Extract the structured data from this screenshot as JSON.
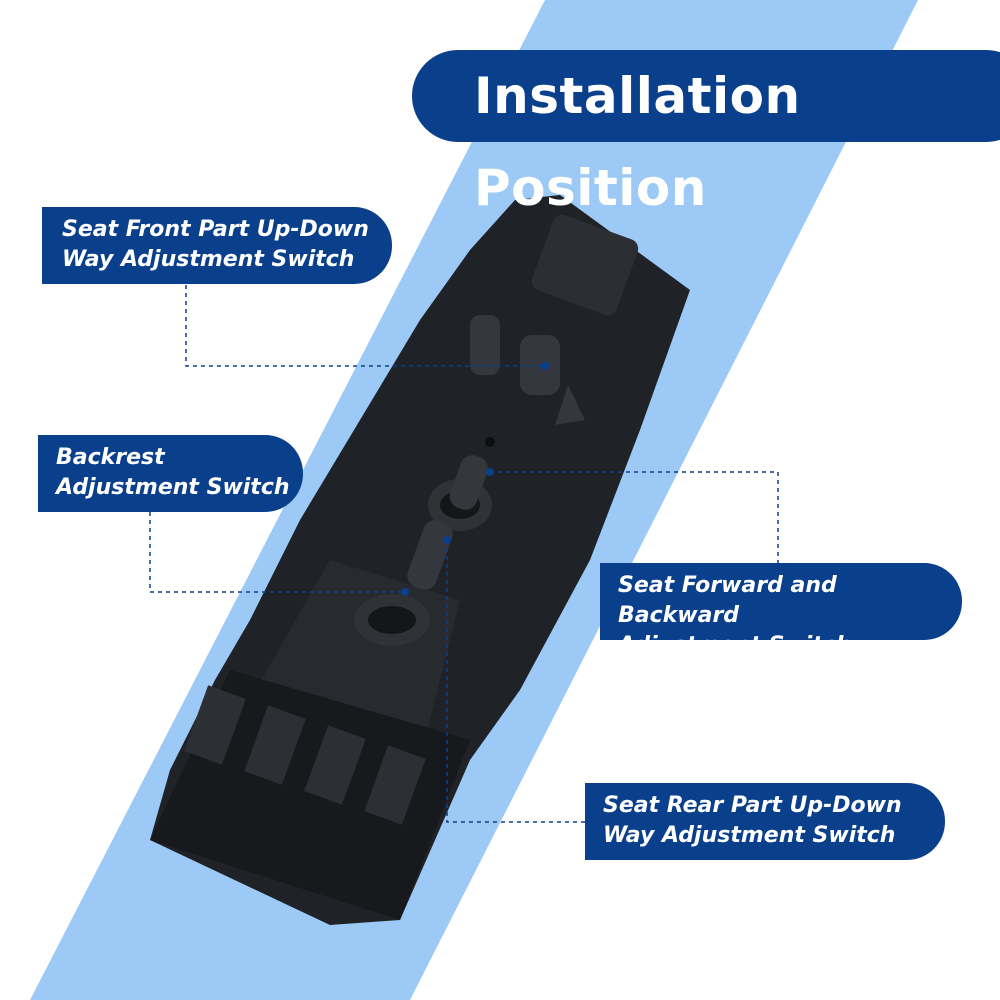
{
  "title": "Installation Position",
  "labels": {
    "seat_front": {
      "line1": "Seat Front Part Up-Down",
      "line2": "Way Adjustment Switch"
    },
    "backrest": {
      "line1": "Backrest",
      "line2": "Adjustment Switch"
    },
    "seat_forward": {
      "line1": "Seat Forward and Backward",
      "line2": "Adjustment Switch"
    },
    "seat_rear": {
      "line1": "Seat Rear Part Up-Down",
      "line2": "Way Adjustment Switch"
    }
  },
  "colors": {
    "brand_blue": "#0a3f8c",
    "stripe_blue": "#9dc9f6",
    "device_black": "#1c1f23"
  }
}
